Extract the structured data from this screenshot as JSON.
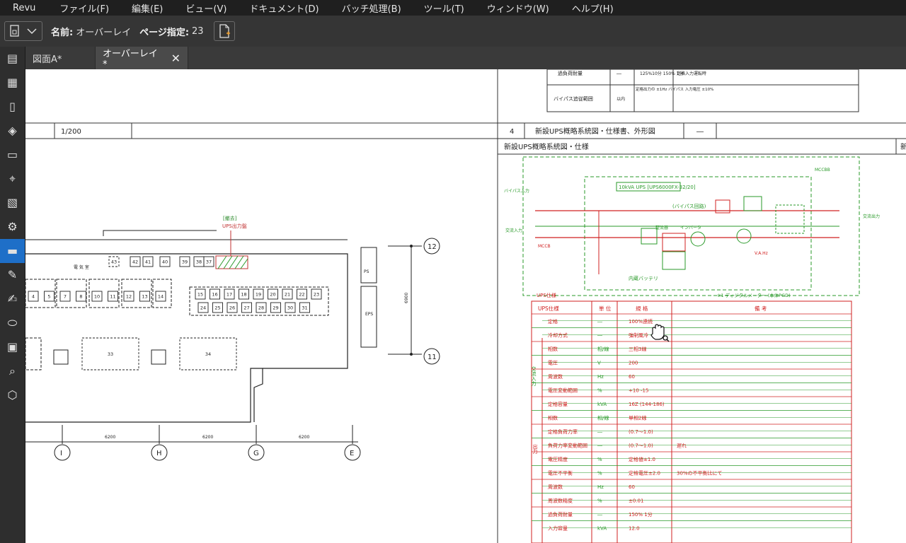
{
  "menubar": {
    "app": "Revu",
    "items": [
      "ファイル(F)",
      "編集(E)",
      "ビュー(V)",
      "ドキュメント(D)",
      "バッチ処理(B)",
      "ツール(T)",
      "ウィンドウ(W)",
      "ヘルプ(H)"
    ]
  },
  "toolbar": {
    "name_label": "名前:",
    "name_value": "オーバーレイ",
    "page_label": "ページ指定:",
    "page_value": "23"
  },
  "sidebar": {
    "icons": [
      "properties-icon",
      "thumbnails-icon",
      "bookmarks-icon",
      "layers-icon",
      "toolchest-icon",
      "markups-map-icon",
      "forms-icon",
      "settings-icon",
      "measurements-icon",
      "markup-list-icon",
      "signatures-icon",
      "tags-icon",
      "file-access-icon",
      "search-icon",
      "3d-icon"
    ],
    "active_index": 8
  },
  "tabs": [
    {
      "label": "図面A*",
      "active": false
    },
    {
      "label": "オーバーレイ*",
      "active": true
    }
  ],
  "drawing": {
    "scale": "1/200",
    "sheet_no": "4",
    "sheet_title": "新設UPS概略系統図・仕様書、外形図",
    "sheet_dash": "―",
    "block_title": "新設UPS概略系統図・仕様",
    "block_title_cut": "新",
    "upper_rows": [
      {
        "label": "過負荷耐量",
        "unit": "―",
        "value": "125%10分 150% 1分",
        "note": "定格入力運転時"
      },
      {
        "label": "バイパス追従範囲",
        "unit": "以内",
        "value": "定格出力の ±1Hz バイパス 入力電圧 ±10%",
        "note": ""
      }
    ],
    "floor": {
      "room_label": "電 気 室",
      "ups_label": "UPS出力盤",
      "ups_bracket": "[撤去]",
      "ps": "PS",
      "eps": "EPS",
      "dim_vertical": "6900",
      "dim_spans": [
        "6200",
        "6200",
        "6200"
      ],
      "row_axes": [
        "12",
        "11"
      ],
      "col_axes": [
        "I",
        "H",
        "G",
        "E"
      ],
      "top_boxes": [
        "43",
        "42",
        "41",
        "40",
        "39",
        "38",
        "37"
      ],
      "left_boxes": [
        "4",
        "5",
        "7",
        "8",
        "10",
        "11",
        "12",
        "13",
        "14"
      ],
      "right_top_boxes": [
        "15",
        "16",
        "17",
        "18",
        "19",
        "20",
        "21",
        "22",
        "23"
      ],
      "right_bottom_boxes": [
        "24",
        "25",
        "26",
        "27",
        "28",
        "29",
        "30",
        "31"
      ],
      "big_boxes": [
        "33",
        "34"
      ]
    },
    "schematic": {
      "title_box": "10kVA UPS [UPS6000FX-32/20]",
      "bypass": "(バイパス回路)",
      "rectifier": "整流器",
      "inverter": "インバータ",
      "battery": "内蔵バッテリ",
      "meter_note": "※1 ディジタルメーター (本体PGD)",
      "label_a": "バイパス入力",
      "label_b": "交流入力",
      "label_c": "交流出力",
      "label_d": "MCCBB",
      "label_e": "V.A.Hz",
      "label_f": "MCCB"
    },
    "spec_title": "UPS仕様",
    "spec_headers": [
      "UPS仕様",
      "単 位",
      "規 格",
      "備 考"
    ],
    "spec_rows": [
      {
        "label": "定格",
        "unit": "―",
        "value": "100%連続"
      },
      {
        "label": "冷却方式",
        "unit": "―",
        "value": "強制風冷"
      },
      {
        "label": "相数",
        "unit": "相/線",
        "value": "三相3線"
      },
      {
        "label": "電圧",
        "unit": "V",
        "value": "200"
      },
      {
        "label": "周波数",
        "unit": "Hz",
        "value": "60"
      },
      {
        "label": "電圧変動範囲",
        "unit": "%",
        "value": "+10 -15"
      },
      {
        "label": "定格容量",
        "unit": "kVA",
        "value": "16Z (144-186)"
      },
      {
        "label": "相数",
        "unit": "相/線",
        "value": "単相2線"
      },
      {
        "label": "定格負荷力率",
        "unit": "―",
        "value": "(0.7〜1.0)"
      },
      {
        "label": "負荷力率変動範囲",
        "unit": "―",
        "value": "(0.7〜1.0)",
        "note": "遅れ"
      },
      {
        "label": "電圧精度",
        "unit": "%",
        "value": "定格値±1.0",
        "note": ""
      },
      {
        "label": "電圧不平衡",
        "unit": "%",
        "value": "定格電圧±2.0",
        "note": "30%の不平衡比にて"
      },
      {
        "label": "周波数",
        "unit": "Hz",
        "value": "60"
      },
      {
        "label": "周波数精度",
        "unit": "%",
        "value": "±0.01"
      },
      {
        "label": "過負荷耐量",
        "unit": "―",
        "value": "150% 1分"
      },
      {
        "label": "入力容量",
        "unit": "kVA",
        "value": "12.0"
      }
    ],
    "side_labels": {
      "input": "交流入力",
      "output": "出力"
    }
  }
}
